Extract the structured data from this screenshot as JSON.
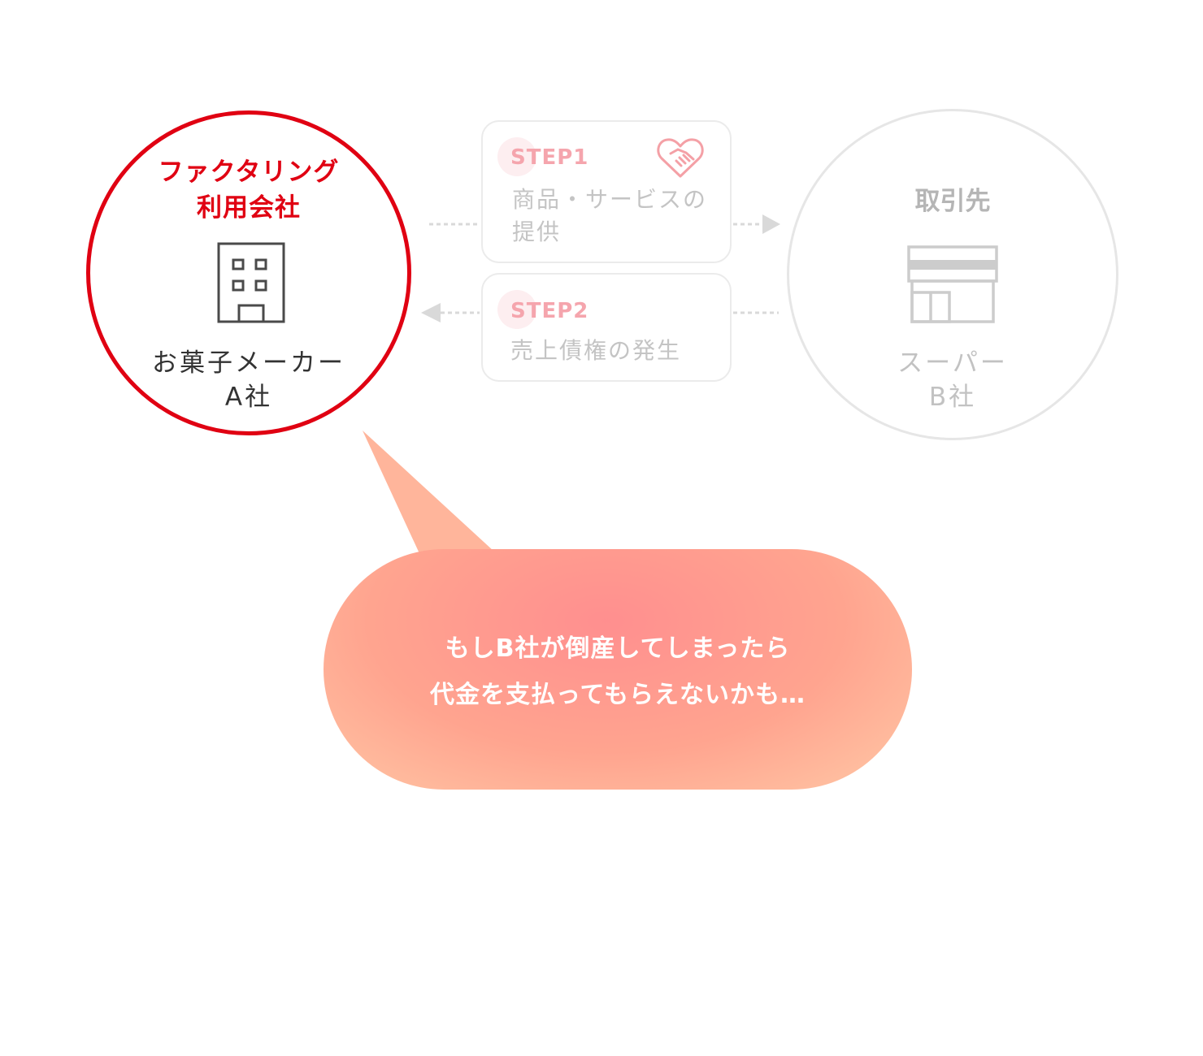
{
  "user_company": {
    "role_line1": "ファクタリング",
    "role_line2": "利用会社",
    "name_line1": "お菓子メーカー",
    "name_line2": "A社",
    "icon": "office-building-icon",
    "accent_color": "#e00012"
  },
  "partner": {
    "role": "取引先",
    "name_line1": "スーパー",
    "name_line2": "B社",
    "icon": "supermarket-store-icon"
  },
  "steps": [
    {
      "label": "STEP1",
      "text_line1": "商品・サービスの",
      "text_line2": "提供",
      "icon": "handshake-heart-icon"
    },
    {
      "label": "STEP2",
      "text_line1": "売上債権の発生"
    }
  ],
  "bubble": {
    "line1": "もしB社が倒産してしまったら",
    "line2": "代金を支払ってもらえないかも…"
  },
  "colors": {
    "accent": "#e00012",
    "muted": "#c4c4c4",
    "step_label": "#f5a5ad",
    "bubble_center": "#ff8f8f",
    "bubble_edge": "#ffc8a6"
  }
}
